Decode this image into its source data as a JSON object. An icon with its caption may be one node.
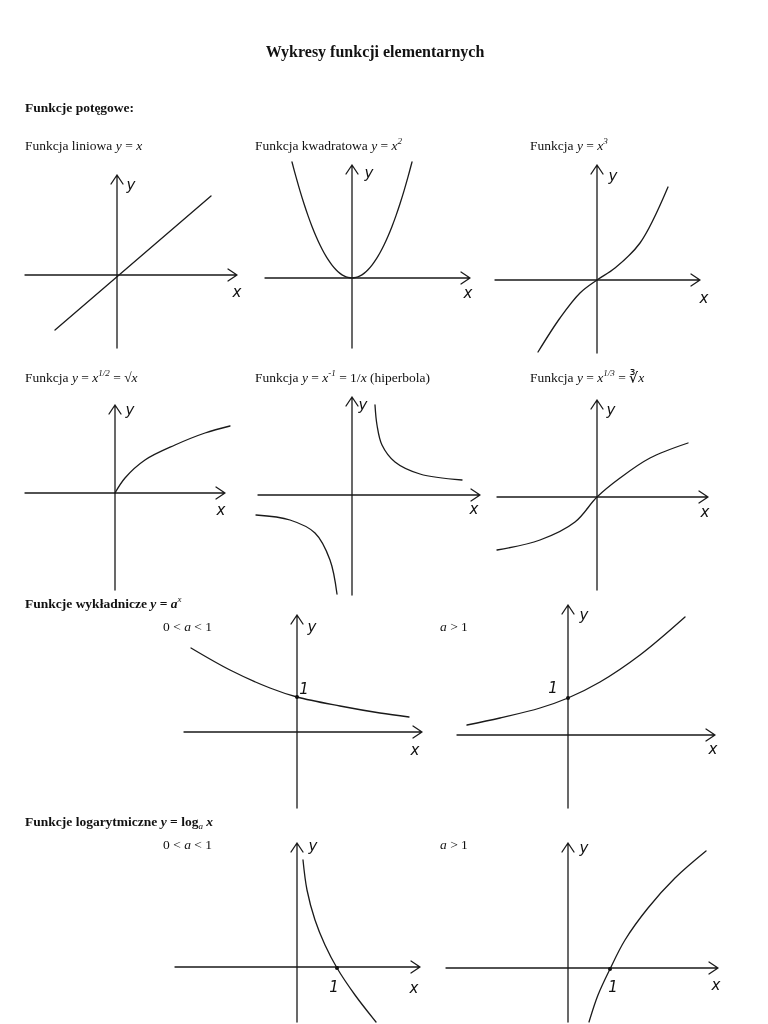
{
  "diagram": {
    "title": "Wykresy funkcji elementarnych",
    "labels": [
      "Funkcje potęgowe:",
      "Funkcja liniowa *y* = *x*",
      "Funkcja kwadratowa *y* = *x*$^{2}$",
      "Funkcja *y* = *x*$^{3}$",
      "y",
      "x",
      "y",
      "x",
      "y",
      "x",
      "Funkcja *y* = *x*$^{1/2}$ = √*x*",
      "Funkcja *y* = *x*$^{-1}$ = 1/*x* (hiperbola)",
      "Funkcja *y* = *x*$^{1/3}$ = ∛*x*",
      "y",
      "x",
      "y",
      "x",
      "y",
      "x",
      "**Funkcje wykładnicze** *y* = *a*$^{x}$",
      "0 < *a* < 1",
      "*a* > 1",
      "y",
      "1",
      "x",
      "y",
      "1",
      "x",
      "**Funkcje logarytmiczne** *y* = log$_{a}$ *x*",
      "0 < *a* < 1",
      "*a* > 1",
      "y",
      "x",
      "1",
      "y",
      "x",
      "1"
    ]
  }
}
